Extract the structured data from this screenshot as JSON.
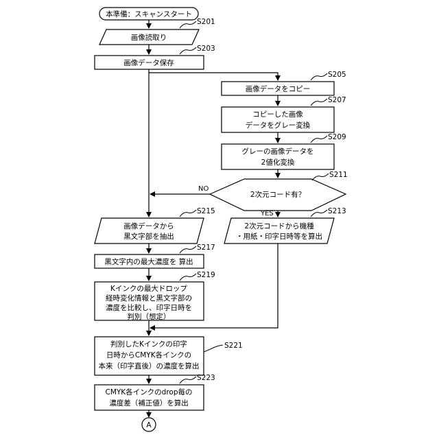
{
  "nodes": {
    "start": {
      "label": "本準備：スキャンスタート"
    },
    "s201": {
      "step": "S201",
      "lines": [
        "画像読取り"
      ]
    },
    "s203": {
      "step": "S203",
      "lines": [
        "画像データ保存"
      ]
    },
    "s205": {
      "step": "S205",
      "lines": [
        "画像データをコピー"
      ]
    },
    "s207": {
      "step": "S207",
      "lines": [
        "コピーした画像",
        "データをグレー変換"
      ]
    },
    "s209": {
      "step": "S209",
      "lines": [
        "グレーの画像データを",
        "2値化変換"
      ]
    },
    "s211": {
      "step": "S211",
      "lines": [
        "2次元コード有？"
      ]
    },
    "s213": {
      "step": "S213",
      "lines": [
        "2次元コードから機種",
        "・用紙・印字日時等を算出"
      ]
    },
    "s215": {
      "step": "S215",
      "lines": [
        "画像データから",
        "黒文字部を抽出"
      ]
    },
    "s217": {
      "step": "S217",
      "lines": [
        "黒文字内の最大濃度を 算出"
      ]
    },
    "s219": {
      "step": "S219",
      "lines": [
        "Kインクの最大ドロップ",
        "経時変化情報と黒文字部の",
        "濃度を比較し、印字日時を",
        "判別（想定）"
      ]
    },
    "s221": {
      "step": "S221",
      "lines": [
        "判別したKインクの印字",
        "日時からCMYK各インクの",
        "本来（印字直後）の濃度を算出"
      ]
    },
    "s223": {
      "step": "S223",
      "lines": [
        "CMYK各インクのdrop毎の",
        "濃度差（補正値）を算出"
      ]
    },
    "connector": {
      "label": "A"
    }
  },
  "branches": {
    "no": "NO",
    "yes": "YES"
  }
}
